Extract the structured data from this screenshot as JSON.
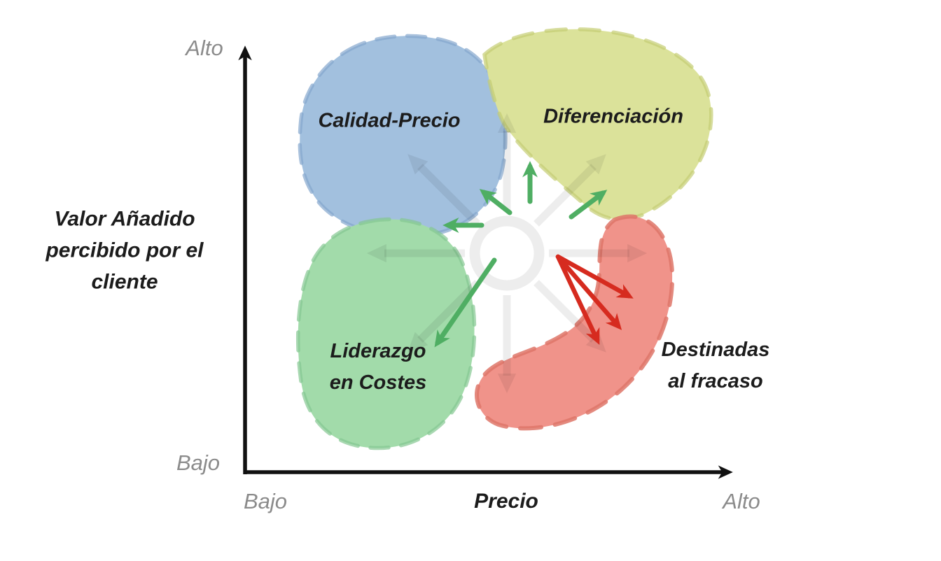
{
  "diagram": {
    "y_axis": {
      "title_lines": [
        "Valor Añadido",
        "percibido por el",
        "cliente"
      ],
      "high_label": "Alto",
      "low_label": "Bajo"
    },
    "x_axis": {
      "title": "Precio",
      "low_label": "Bajo",
      "high_label": "Alto"
    },
    "quadrants": [
      {
        "name": "calidad-precio",
        "label_lines": [
          "Calidad-Precio"
        ],
        "fill": "#a2c0de",
        "stroke": "#84a6cd"
      },
      {
        "name": "diferenciacion",
        "label_lines": [
          "Diferenciación"
        ],
        "fill": "#dbe29a",
        "stroke": "#c4cd74"
      },
      {
        "name": "liderazgo-en-costes",
        "label_lines": [
          "Liderazgo",
          "en Costes"
        ],
        "fill": "#a2dbaa",
        "stroke": "#84c791"
      },
      {
        "name": "destinadas-al-fracaso",
        "label_lines": [
          "Destinadas",
          "al fracaso"
        ],
        "fill": "#f0938a",
        "stroke": "#de7568"
      }
    ],
    "colors": {
      "background": "#ffffff",
      "axis": "#111111",
      "muted_label": "#8b8b8b",
      "text": "#1c1c1c",
      "green_arrow": "#4fae63",
      "red_arrow": "#d62b1f",
      "wheel": "rgba(0,0,0,0.07)"
    }
  }
}
